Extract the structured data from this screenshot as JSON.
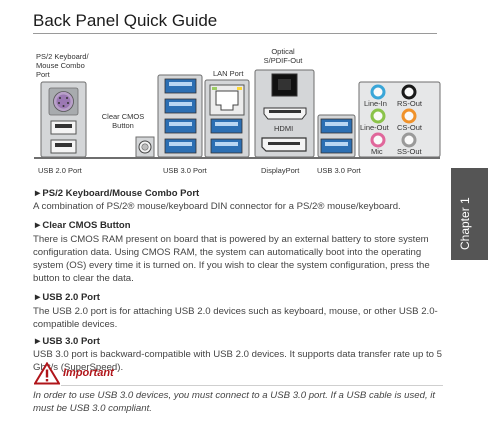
{
  "title": "Back Panel Quick Guide",
  "chapter_tab": "Chapter 1",
  "diagram": {
    "top_labels": {
      "ps2": "PS/2 Keyboard/\nMouse Combo\nPort",
      "clear_cmos": "Clear CMOS\nButton",
      "lan": "LAN Port",
      "optical": "Optical\nS/PDIF-Out",
      "hdmi": "HDMI"
    },
    "audio_labels": [
      "Line-In",
      "RS-Out",
      "Line-Out",
      "CS-Out",
      "Mic",
      "SS-Out"
    ],
    "audio_colors": [
      "#3aa6d8",
      "#1a1a1a",
      "#8bc34a",
      "#f0922b",
      "#e0679b",
      "#9a9a9a"
    ],
    "bottom_labels": {
      "usb20": "USB 2.0 Port",
      "usb30a": "USB 3.0 Port",
      "displayport": "DisplayPort",
      "usb30b": "USB 3.0 Port"
    }
  },
  "sections": [
    {
      "heading": "►PS/2 Keyboard/Mouse Combo Port",
      "body": "A combination of PS/2® mouse/keyboard DIN connector for a PS/2® mouse/keyboard."
    },
    {
      "heading": "►Clear CMOS Button",
      "body": "There is CMOS RAM present on board that is powered by an external battery to store system configuration data. Using CMOS RAM, the system can automatically boot into the operating system (OS) every time it is turned on. If you wish to clear the system configuration, press the button to clear the data."
    },
    {
      "heading": "►USB 2.0 Port",
      "body": "The USB 2.0 port is for attaching USB 2.0 devices such as keyboard, mouse, or other USB 2.0-compatible devices."
    },
    {
      "heading": "►USB 3.0 Port",
      "body": "USB 3.0 port is backward-compatible with USB 2.0 devices. It supports data transfer rate up to 5 Gbit/s (SuperSpeed)."
    }
  ],
  "important": {
    "label": "Important",
    "note": "In order to use USB 3.0 devices, you must connect to a USB 3.0 port. If a USB cable is used, it must be USB 3.0 compliant."
  }
}
